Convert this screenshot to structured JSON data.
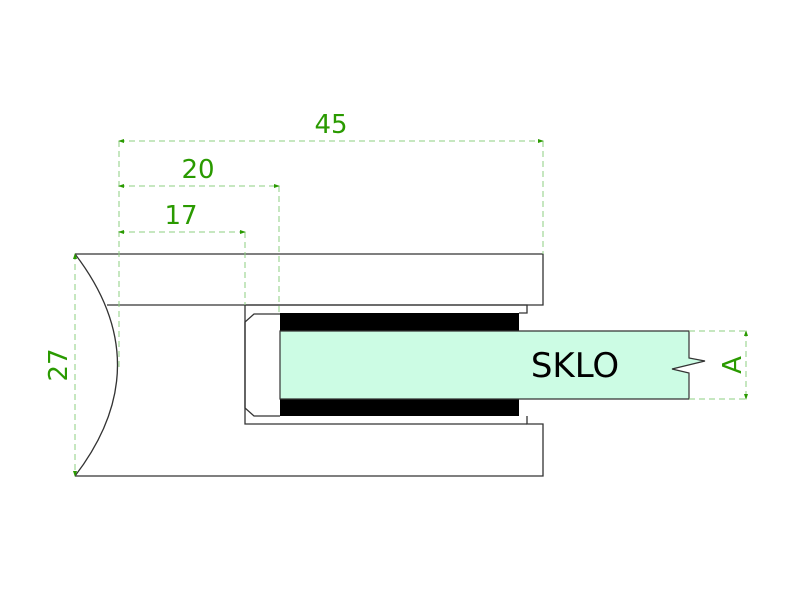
{
  "drawing": {
    "glass_label": "SKLO",
    "dimensions": {
      "overall_length": "45",
      "clamp_depth": "20",
      "cavity_depth": "17",
      "height": "27",
      "glass_thickness": "A"
    }
  },
  "colors": {
    "dimension": "#2a9a00",
    "dimension_line": "#8ccf80",
    "outline": "#333333",
    "rubber": "#000000",
    "glass": "#ccfce4"
  }
}
